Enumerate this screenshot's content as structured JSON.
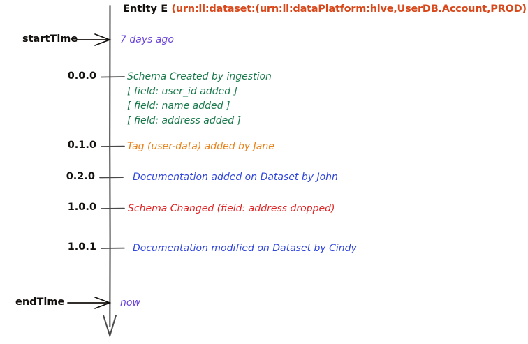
{
  "diagram": {
    "kind": "entity-version-timeline",
    "background_color": "#ffffff",
    "axis_color": "#4a4a4a",
    "title": {
      "entity_label": "Entity E",
      "entity_urn": "(urn:li:dataset:(urn:li:dataPlatform:hive,UserDB.Account,PROD)",
      "entity_color": "#14100e",
      "urn_color": "#d8481a"
    },
    "boundaries": [
      {
        "name": "start",
        "label": "startTime",
        "value": "7 days ago",
        "value_color": "#6a44dc",
        "arrow": "right-arrow-icon"
      },
      {
        "name": "end",
        "label": "endTime",
        "value": "now",
        "value_color": "#6a44dc",
        "arrow": "right-arrow-icon"
      }
    ],
    "events": [
      {
        "version": "0.0.0",
        "category": "schema-created",
        "color": "#1a7a4c",
        "title": "Schema Created by ingestion",
        "details": [
          "[ field: user_id added ]",
          "[ field: name added ]",
          "[ field: address added ]"
        ]
      },
      {
        "version": "0.1.0",
        "category": "tag-added",
        "color": "#e8821a",
        "title": "Tag (user-data) added by Jane",
        "details": []
      },
      {
        "version": "0.2.0",
        "category": "documentation-added",
        "color": "#3046dd",
        "title": "Documentation added on Dataset by John",
        "details": []
      },
      {
        "version": "1.0.0",
        "category": "schema-changed",
        "color": "#e02424",
        "title": "Schema Changed (field: address dropped)",
        "details": []
      },
      {
        "version": "1.0.1",
        "category": "documentation-modified",
        "color": "#3046dd",
        "title": "Documentation modified on Dataset by Cindy",
        "details": []
      }
    ]
  }
}
